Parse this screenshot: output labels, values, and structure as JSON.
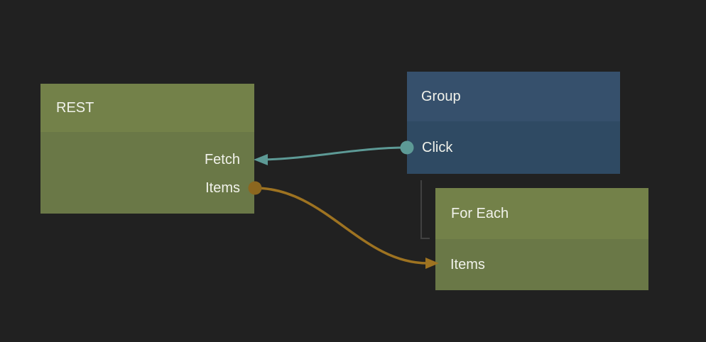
{
  "canvas": {
    "kind": "node-graph-editor"
  },
  "colors": {
    "background": "#212121",
    "green_header": "#738149",
    "green_body": "#6a7847",
    "blue_header": "#36506c",
    "blue_body": "#2f4a63",
    "teal": "#5d9a96",
    "orange": "#9e7321",
    "orange_dot": "#8c671f",
    "group_link": "#414141",
    "text": "#f1f2eb"
  },
  "nodes": {
    "rest": {
      "title": "REST",
      "ports": [
        {
          "label": "Fetch",
          "side": "right",
          "connector": "arrow-target"
        },
        {
          "label": "Items",
          "side": "right",
          "connector": "dot-source"
        }
      ]
    },
    "group": {
      "title": "Group",
      "ports": [
        {
          "label": "Click",
          "side": "left",
          "connector": "dot-source"
        }
      ]
    },
    "foreach": {
      "title": "For Each",
      "ports": [
        {
          "label": "Items",
          "side": "left",
          "connector": "arrow-target"
        }
      ]
    }
  },
  "connections": [
    {
      "from": "Group.Click",
      "to": "REST.Fetch",
      "color": "#5d9a96"
    },
    {
      "from": "REST.Items",
      "to": "For Each.Items",
      "color": "#9e7321"
    }
  ],
  "group_link": {
    "from": "Group",
    "to": "For Each"
  }
}
